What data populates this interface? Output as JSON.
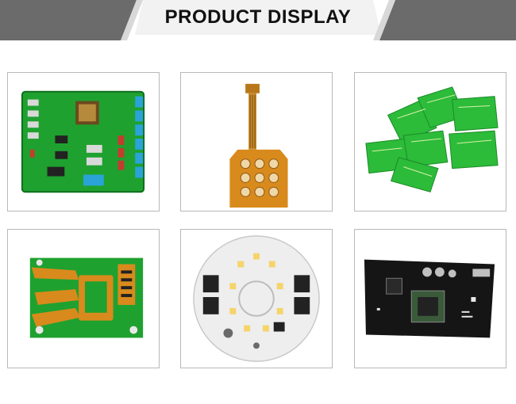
{
  "banner": {
    "title": "PRODUCT DISPLAY"
  },
  "colors": {
    "banner_dark": "#6b6b6b",
    "banner_light": "#f2f2f2",
    "pcb_green": "#1fa12f",
    "flex_orange": "#d98a1c",
    "solder_black": "#151515",
    "tile_border": "#b9b9b9"
  },
  "products": [
    {
      "name": "green-control-board",
      "icon": "pcb-assembly-icon"
    },
    {
      "name": "flex-keypad-circuit",
      "icon": "flex-pcb-icon"
    },
    {
      "name": "green-pcb-panels",
      "icon": "bare-pcb-icon"
    },
    {
      "name": "rigid-flex-board",
      "icon": "rigid-flex-pcb-icon"
    },
    {
      "name": "round-led-board",
      "icon": "led-pcb-icon"
    },
    {
      "name": "black-module-board",
      "icon": "black-pcb-icon"
    }
  ]
}
